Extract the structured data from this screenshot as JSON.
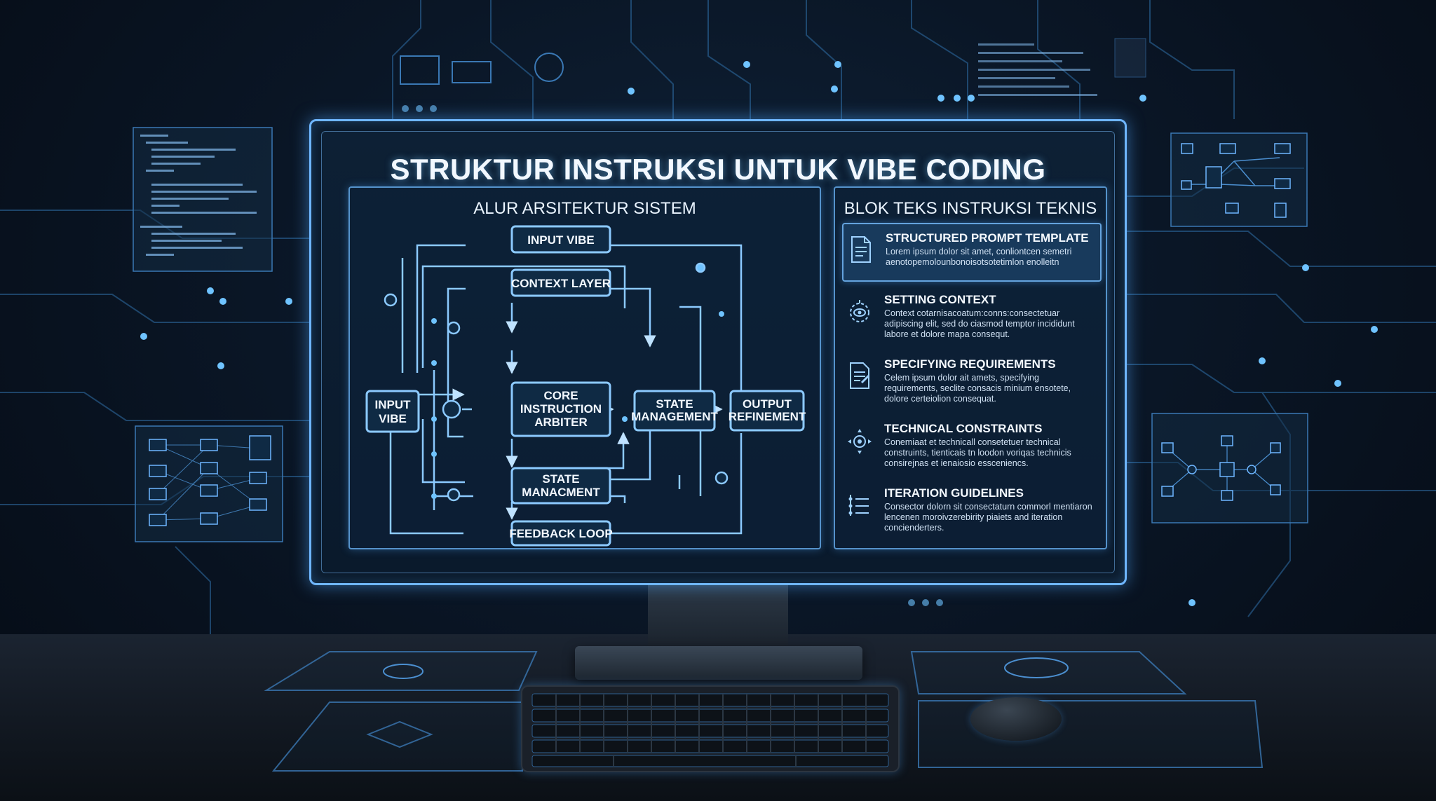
{
  "title": "STRUKTUR INSTRUKSI UNTUK VIBE CODING",
  "architecture": {
    "title": "ALUR ARSITEKTUR SISTEM",
    "nodes": {
      "input_vibe_top": "INPUT VIBE",
      "context_layer": "CONTEXT LAYER",
      "input_vibe_left": [
        "INPUT",
        "VIBE"
      ],
      "core_arbiter": [
        "CORE",
        "INSTRUCTION",
        "ARBITER"
      ],
      "state_management_right": [
        "STATE",
        "MANAGEMENT"
      ],
      "output_refinement": [
        "OUTPUT",
        "REFINEMENT"
      ],
      "state_management_bottom": [
        "STATE",
        "MANACMENT"
      ],
      "feedback_loop": "FEEDBACK LOOP"
    }
  },
  "instructions": {
    "title": "BLOK TEKS INSTRUKSI TEKNIS",
    "items": [
      {
        "title": "STRUCTURED PROMPT TEMPLATE",
        "desc": "Lorem ipsum dolor sit amet, conliontcen semetri aenotopemolounbonoisotsotetimlon enolleitn",
        "icon": "document-icon"
      },
      {
        "title": "SETTING CONTEXT",
        "desc": "Context cotarnisacoatum:conns:consectetuar adipiscing elit, sed do ciasmod temptor incididunt labore et dolore mapa consequt.",
        "icon": "target-eye-icon"
      },
      {
        "title": "SPECIFYING REQUIREMENTS",
        "desc": "Celem ipsum dolor ait amets, specifying requirements, seclite consacis minium ensotete, dolore certeiolion consequat.",
        "icon": "checklist-document-icon"
      },
      {
        "title": "TECHNICAL CONSTRAINTS",
        "desc": "Conemiaat et technicall consetetuer technical construints, tienticais tn loodon voriqas technicis consirejnas et ienaiosio essceniencs.",
        "icon": "crosshair-icon"
      },
      {
        "title": "ITERATION GUIDELINES",
        "desc": "Consector dolorn sit consectaturn commorl mentiaron lencenen moroivzerebirity piaiets and iteration concienderters.",
        "icon": "list-icon"
      }
    ]
  },
  "colors": {
    "accent": "#6fb6ff",
    "background": "#0a1626",
    "node_fill": "#0f2a44"
  }
}
